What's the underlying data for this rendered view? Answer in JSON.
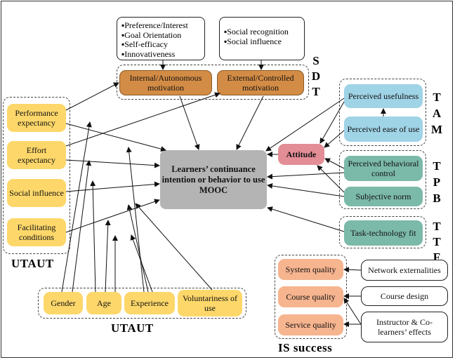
{
  "sdt": {
    "preference_list": [
      "▪Preference/Interest",
      "▪Goal Orientation",
      "▪Self-efficacy",
      "▪Innovativeness"
    ],
    "social_list": [
      "▪Social recognition",
      "▪Social influence"
    ],
    "internal": "Internal/Autonomous motivation",
    "external": "External/Controlled motivation",
    "letters": [
      "S",
      "D",
      "T"
    ]
  },
  "utaut_left": {
    "items": [
      "Performance expectancy",
      "Effort expectancy",
      "Social influence",
      "Facilitating conditions"
    ],
    "label": "UTAUT"
  },
  "utaut_bottom": {
    "items": [
      "Gender",
      "Age",
      "Experience",
      "Voluntariness of use"
    ],
    "label": "UTAUT"
  },
  "center": "Learners’ continuance intention or behavior to use MOOC",
  "attitude": "Attitude",
  "tam": {
    "items": [
      "Perceived usefulness",
      "Perceived ease of use"
    ],
    "letters": [
      "T",
      "A",
      "M"
    ]
  },
  "tpb": {
    "items": [
      "Perceived behavioral control",
      "Subjective norm"
    ],
    "letters": [
      "T",
      "P",
      "B"
    ]
  },
  "ttf": {
    "item": "Task-technology fit",
    "letters": [
      "T",
      "T",
      "F"
    ]
  },
  "is_success": {
    "items": [
      "System quality",
      "Course quality",
      "Service quality"
    ],
    "label": "IS success"
  },
  "external_factors": [
    "Network externalities",
    "Course design",
    "Instructor & Co-learners’ effects"
  ]
}
